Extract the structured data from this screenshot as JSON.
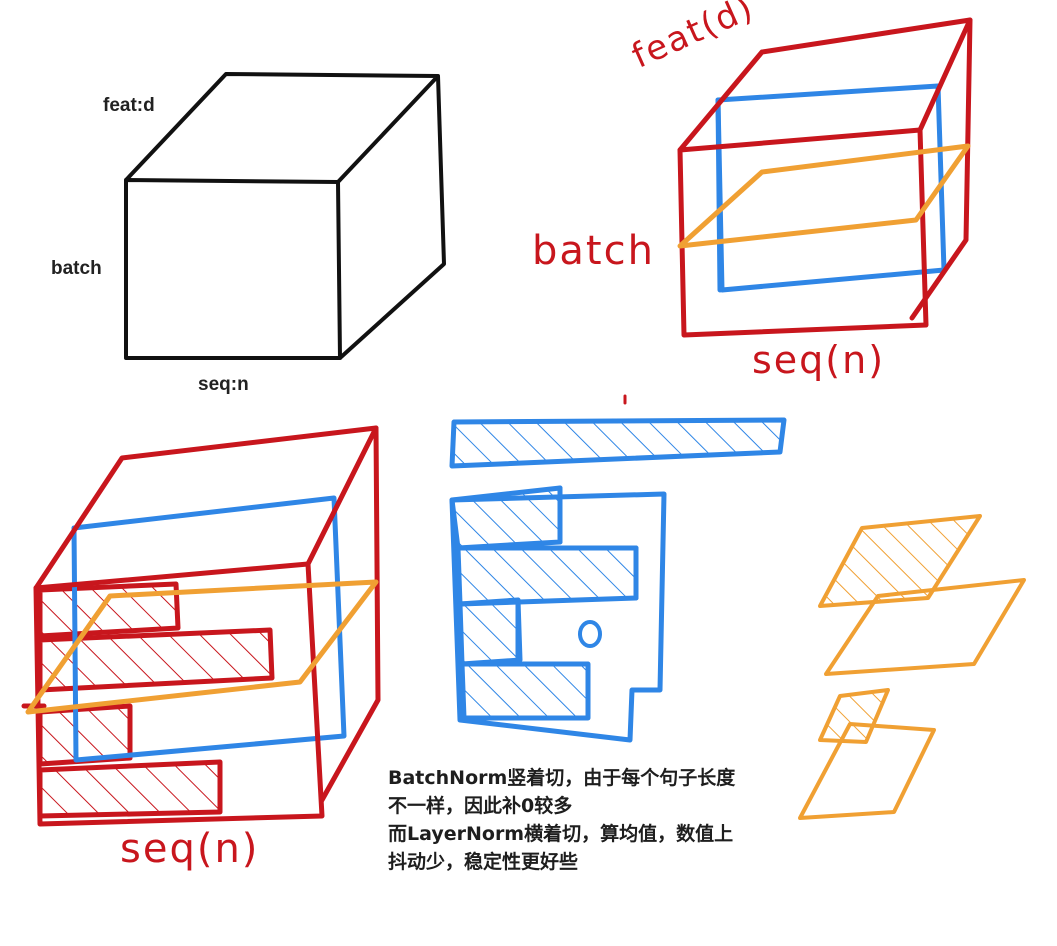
{
  "colors": {
    "black": "#111111",
    "red": "#c8161d",
    "blue": "#2f86e6",
    "orange": "#f0a033"
  },
  "top_left_cube": {
    "feat_label": "feat:d",
    "batch_label": "batch",
    "seq_label": "seq:n"
  },
  "top_right_cube": {
    "feat_label": "feat(d)",
    "batch_label": "batch",
    "seq_label": "seq(n)"
  },
  "bottom_left_cube": {
    "seq_label": "seq(n)"
  },
  "note": {
    "line1": "BatchNorm竖着切，由于每个句子长度",
    "line2": "不一样，因此补0较多",
    "line3": "而LayerNorm横着切，算均值，数值上",
    "line4": "抖动少，稳定性更好些"
  },
  "blue_slice": {
    "zero_symbol": "0"
  }
}
